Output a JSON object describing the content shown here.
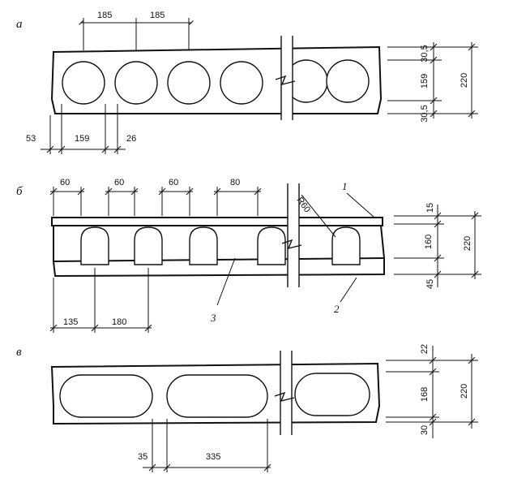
{
  "section_labels": {
    "a": "а",
    "b": "б",
    "c": "в"
  },
  "panel_a": {
    "pitch_1": "185",
    "pitch_2": "185",
    "top_cover": "30,5",
    "void": "159",
    "bottom_cover": "30,5",
    "height": "220",
    "edge": "53",
    "void_width": "159",
    "rib": "26"
  },
  "panel_b": {
    "rib_1": "60",
    "rib_2": "60",
    "rib_3": "60",
    "void_top": "80",
    "radius": "R60",
    "top_layer": "15",
    "void": "160",
    "bottom_layer": "45",
    "height": "220",
    "edge": "135",
    "pitch": "180",
    "callout_1": "1",
    "callout_2": "2",
    "callout_3": "3"
  },
  "panel_c": {
    "top_cover": "22",
    "void": "168",
    "bottom_cover": "30",
    "height": "220",
    "rib": "35",
    "void_width": "335"
  }
}
